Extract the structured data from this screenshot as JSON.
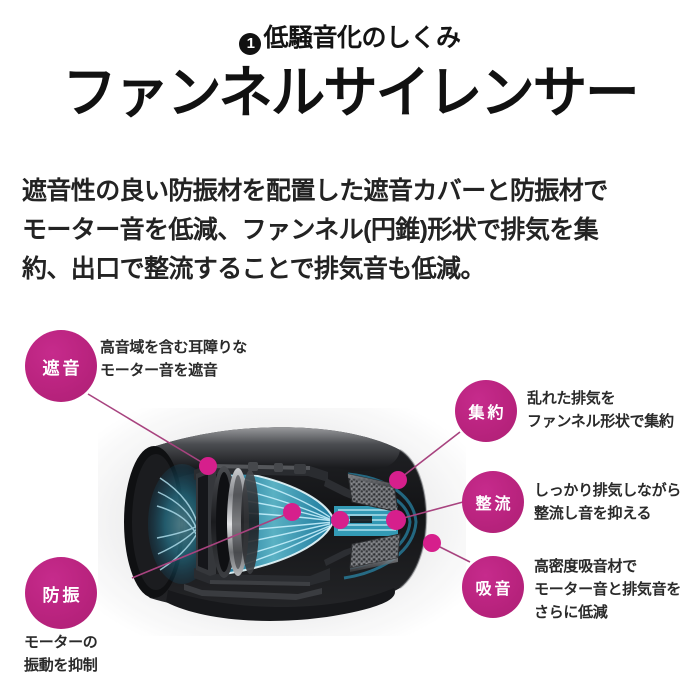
{
  "header": {
    "badge_number": "1",
    "eyebrow": "低騒音化のしくみ",
    "title": "ファンネルサイレンサー"
  },
  "lead_copy": {
    "line1": "遮音性の良い防振材を配置した遮音カバーと防振材で",
    "line2": "モーター音を低減、ファンネル(円錐)形状で排気を集",
    "line3": "約、出口で整流することで排気音も低減。"
  },
  "callouts": [
    {
      "id": "shaon",
      "label": "遮音",
      "desc_line1": "高音域を含む耳障りな",
      "desc_line2": "モーター音を遮音",
      "desc_line3": ""
    },
    {
      "id": "shuyaku",
      "label": "集約",
      "desc_line1": "乱れた排気を",
      "desc_line2": "ファンネル形状で集約",
      "desc_line3": ""
    },
    {
      "id": "seiryu",
      "label": "整流",
      "desc_line1": "しっかり排気しながら",
      "desc_line2": "整流し音を抑える",
      "desc_line3": ""
    },
    {
      "id": "kyuon",
      "label": "吸音",
      "desc_line1": "高密度吸音材で",
      "desc_line2": "モーター音と排気音を",
      "desc_line3": "さらに低減"
    },
    {
      "id": "boshin",
      "label": "防振",
      "desc_line1": "モーターの",
      "desc_line2": "振動を抑制",
      "desc_line3": ""
    }
  ],
  "product_image": {
    "alt": "ファンネルサイレンサー断面図",
    "description": "モーターユニットのカットモデルに青い排気の流れを重ねた断面イラスト"
  },
  "colors": {
    "accent_magenta": "#bb2480",
    "marker_dot": "#d61f8c",
    "connector_line": "#a8437f",
    "airflow_cyan": "#2fc7e8",
    "text_dark": "#232323",
    "background": "#ffffff"
  }
}
